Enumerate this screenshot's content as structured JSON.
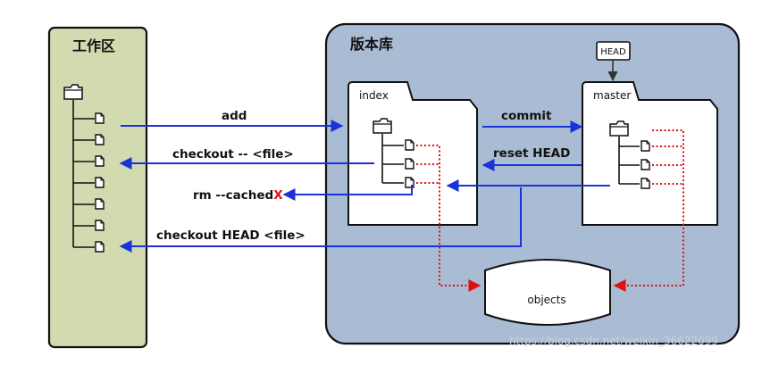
{
  "regions": {
    "workspace": "工作区",
    "repository": "版本库"
  },
  "labels": {
    "head": "HEAD",
    "index": "index",
    "master": "master",
    "objects": "objects"
  },
  "commands": {
    "add": "add",
    "checkout_file": "checkout -- <file>",
    "rm_cached": "rm --cached",
    "rm_mark": "X",
    "checkout_head": "checkout HEAD <file>",
    "commit": "commit",
    "reset_head": "reset HEAD"
  },
  "watermark": "https://blog.csdn.net/weixin_36622099",
  "colors": {
    "workspace_fill": "#d2dbb0",
    "repository_fill": "#aabbd4",
    "arrow_blue": "#1a33d9",
    "arrow_red": "#e01010"
  }
}
